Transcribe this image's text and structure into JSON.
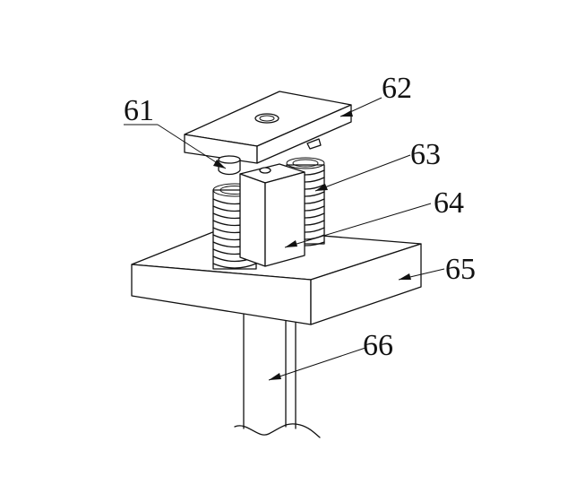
{
  "labels": {
    "l61": "61",
    "l62": "62",
    "l63": "63",
    "l64": "64",
    "l65": "65",
    "l66": "66"
  }
}
